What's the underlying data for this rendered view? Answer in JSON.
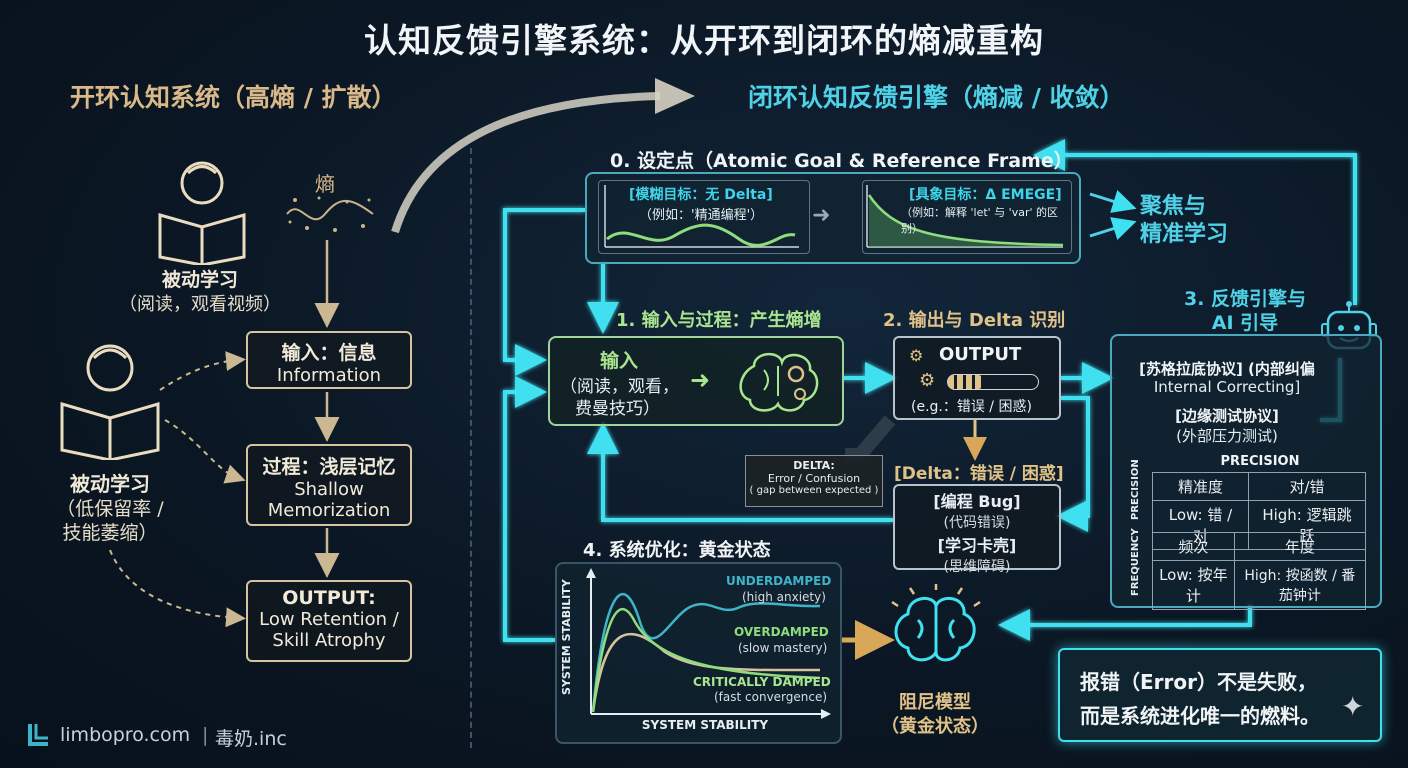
{
  "title": "认知反馈引擎系统：从开环到闭环的熵减重构",
  "open_loop": {
    "heading": "开环认知系统（高熵 / 扩散）",
    "entropy_label": "熵",
    "reader1_title": "被动学习",
    "reader1_sub": "（阅读，观看视频）",
    "reader2_title": "被动学习",
    "reader2_sub1": "（低保留率 /",
    "reader2_sub2": "技能萎缩）",
    "box1_zh": "输入：信息",
    "box1_en": "Information",
    "box2_zh": "过程：浅层记忆",
    "box2_en1": "Shallow",
    "box2_en2": "Memorization",
    "box3_en0": "OUTPUT:",
    "box3_en1": "Low Retention /",
    "box3_en2": "Skill Atrophy"
  },
  "closed_loop": {
    "heading": "闭环认知反馈引擎（熵减 / 收敛）",
    "step0": {
      "title": "0. 设定点（Atomic Goal & Reference Frame）",
      "vague_title": "[模糊目标：无 Delta]",
      "vague_example": "（例如：'精通编程'）",
      "concrete_title": "[具象目标：Δ EMEGE]",
      "concrete_example": "（例如：解释 'let' 与 'var' 的区别）",
      "focus1": "聚焦与",
      "focus2": "精准学习"
    },
    "step1": {
      "title": "1. 输入与过程：产生熵增",
      "zh": "输入",
      "sub1": "（阅读，观看，",
      "sub2": "费曼技巧）"
    },
    "step2": {
      "title": "2. 输出与 Delta 识别",
      "output": "OUTPUT",
      "eg": "(e.g.：错误 / 困惑)",
      "delta_head": "DELTA:",
      "delta_l1": "Error / Confusion",
      "delta_l2": "( gap between expected )",
      "delta_tag": "[Delta：错误 / 困惑]",
      "bug_title": "[编程 Bug]",
      "bug_sub": "(代码错误)",
      "stuck_title": "[学习卡壳]",
      "stuck_sub": "(思维障碍)"
    },
    "step3": {
      "title1": "3. 反馈引擎与",
      "title2": "AI 引导",
      "soc_l1": "[苏格拉底协议] (内部纠偏",
      "soc_l2": "Internal Correcting]",
      "edge_l1": "[边缘测试协议]",
      "edge_l2": "(外部压力测试)",
      "precision_head": "PRECISION",
      "precision_side": "PRECISION",
      "frequency_side": "FREQUENCY",
      "row1": [
        "精准度",
        "对/错"
      ],
      "row2": [
        "Low: 错 / 对",
        "High: 逻辑跳跃"
      ],
      "row3": [
        "频次",
        "年度"
      ],
      "row4": [
        "Low: 按年计",
        "High: 按函数 / 番茄钟计"
      ]
    },
    "step4": {
      "title": "4. 系统优化：黄金状态",
      "y_label": "SYSTEM STABILITY",
      "x_label": "SYSTEM STABILITY",
      "under": "UNDERDAMPED",
      "under_sub": "(high anxiety)",
      "over": "OVERDAMPED",
      "over_sub": "(slow mastery)",
      "crit": "CRITICALLY DAMPED",
      "crit_sub": "(fast convergence)"
    },
    "brain_label1": "阻尼模型",
    "brain_label2": "（黄金状态）",
    "tip1": "报错（Error）不是失败，",
    "tip2": "而是系统进化唯一的燃料。"
  },
  "footer": {
    "brand": "limbopro.com",
    "sep": "|",
    "brand2": "毒奶.inc"
  },
  "colors": {
    "tan": "#d6c4a0",
    "cyan": "#3fe0f0",
    "green": "#a9e58e"
  }
}
